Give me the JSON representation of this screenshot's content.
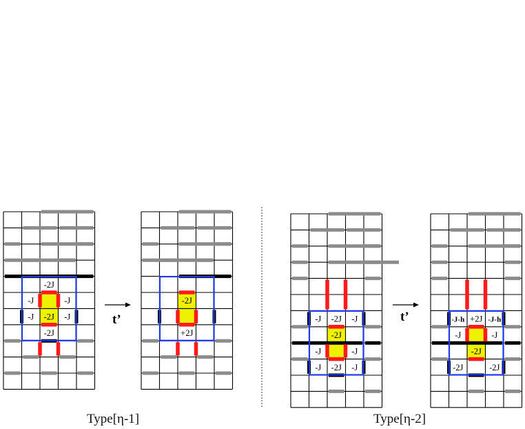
{
  "colors": {
    "grid": "#000000",
    "thin_bond": "#8c8c8c",
    "strong_bond": "#000000",
    "flipped_bond": "#ff1a1a",
    "box": "#1f3ae6",
    "highlight": "#eef200"
  },
  "arrow_label": "t’",
  "captions": {
    "left": "Type[η-1]",
    "right": "Type[η-2]"
  },
  "panels": [
    {
      "cells": [
        {
          "c": 2,
          "r": 4,
          "t": "-2J",
          "hl": false
        },
        {
          "c": 1,
          "r": 5,
          "t": "-J",
          "hl": false
        },
        {
          "c": 2,
          "r": 5,
          "t": "",
          "hl": true
        },
        {
          "c": 3,
          "r": 5,
          "t": "-J",
          "hl": false
        },
        {
          "c": 1,
          "r": 6,
          "t": "-J",
          "hl": false
        },
        {
          "c": 2,
          "r": 6,
          "t": "-2J",
          "hl": true
        },
        {
          "c": 3,
          "r": 6,
          "t": "-J",
          "hl": false
        },
        {
          "c": 2,
          "r": 7,
          "t": "-2J",
          "hl": false
        }
      ]
    },
    {
      "cells": [
        {
          "c": 2,
          "r": 5,
          "t": "-2J",
          "hl": true
        },
        {
          "c": 2,
          "r": 6,
          "t": "",
          "hl": true
        },
        {
          "c": 2,
          "r": 7,
          "t": "+2J",
          "hl": false
        }
      ]
    },
    {
      "cells": [
        {
          "c": 1,
          "r": 6,
          "t": "-J",
          "hl": false
        },
        {
          "c": 2,
          "r": 6,
          "t": "-2J",
          "hl": false
        },
        {
          "c": 3,
          "r": 6,
          "t": "-J",
          "hl": false
        },
        {
          "c": 2,
          "r": 7,
          "t": "-2J",
          "hl": true
        },
        {
          "c": 1,
          "r": 8,
          "t": "-J",
          "hl": false
        },
        {
          "c": 2,
          "r": 8,
          "t": "",
          "hl": true
        },
        {
          "c": 3,
          "r": 8,
          "t": "-J",
          "hl": false
        },
        {
          "c": 1,
          "r": 9,
          "t": "-J",
          "hl": false
        },
        {
          "c": 2,
          "r": 9,
          "t": "-2J",
          "hl": false
        },
        {
          "c": 3,
          "r": 9,
          "t": "-J",
          "hl": false
        }
      ]
    },
    {
      "cells": [
        {
          "c": 1,
          "r": 6,
          "t": "-J-h",
          "hl": false
        },
        {
          "c": 2,
          "r": 6,
          "t": "+2J",
          "hl": false
        },
        {
          "c": 3,
          "r": 6,
          "t": "-J-h",
          "hl": false
        },
        {
          "c": 1,
          "r": 7,
          "t": "-J",
          "hl": false
        },
        {
          "c": 2,
          "r": 7,
          "t": "",
          "hl": true
        },
        {
          "c": 3,
          "r": 7,
          "t": "-J",
          "hl": false
        },
        {
          "c": 2,
          "r": 8,
          "t": "-2J",
          "hl": true
        },
        {
          "c": 1,
          "r": 9,
          "t": "-2J",
          "hl": false
        },
        {
          "c": 3,
          "r": 9,
          "t": "-2J",
          "hl": false
        }
      ]
    }
  ]
}
